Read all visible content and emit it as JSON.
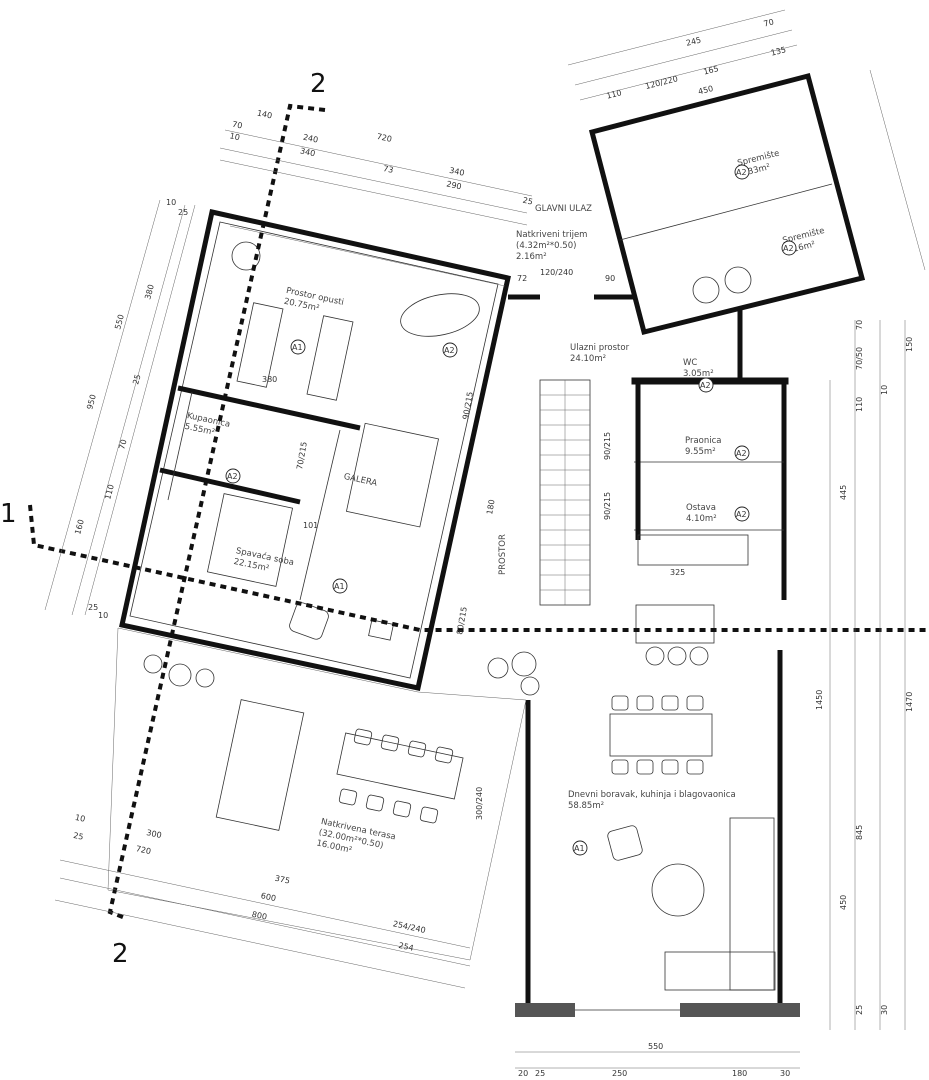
{
  "section_markers": {
    "s1_label": "1",
    "s2_top_label": "2",
    "s2_bottom_label": "2"
  },
  "rooms": {
    "glavni_ulaz": "GLAVNI ULAZ",
    "natkriveni_trijem": "Natkriveni trijem",
    "natkriveni_trijem_area1": "(4.32m²*0.50)",
    "natkriveni_trijem_area2": "2.16m²",
    "spremiste1": "Spremište",
    "spremiste1_area": "0.33m²",
    "spremiste2": "Spremište",
    "spremiste2_area": "0.16m²",
    "prostor_opusti": "Prostor opusti",
    "prostor_opusti_area": "20.75m²",
    "ulazni_prostor": "Ulazni prostor",
    "ulazni_prostor_area": "24.10m²",
    "wc": "WC",
    "wc_area": "3.05m²",
    "kupaonica": "Kupaonica",
    "kupaonica_area": "5.55m²",
    "garaza": "GALERA",
    "spavaca_soba": "Spavaća soba",
    "spavaca_soba_area": "22.15m²",
    "praonica": "Praonica",
    "praonica_area": "9.55m²",
    "ostava": "Ostava",
    "ostava_area": "4.10m²",
    "dnevni_boravak": "Dnevni boravak, kuhinja i blagovaonica",
    "dnevni_boravak_area": "58.85m²",
    "natkrivena_terasa": "Natkrivena terasa",
    "natkrivena_terasa_area1": "(32.00m²*0.50)",
    "natkrivena_terasa_area2": "16.00m²",
    "stairs_label": "PROSTOR"
  },
  "tags": {
    "a1": "A1",
    "a2": "A2"
  },
  "dims": {
    "top_left_1": "140",
    "top_left_2": "720",
    "top_left_3": "70",
    "top_left_4": "340",
    "top_left_5": "240",
    "top_left_6": "10",
    "top_left_7": "73",
    "top_left_8": "340",
    "top_left_9": "290",
    "top_left_10": "25",
    "top_right_1": "245",
    "top_right_2": "70",
    "top_right_3": "110",
    "top_right_4": "120/220",
    "top_right_5": "165",
    "top_right_6": "450",
    "top_right_7": "135",
    "entry_1": "72",
    "entry_2": "120/240",
    "entry_3": "90",
    "left_v_1": "10",
    "left_v_2": "380",
    "left_v_3": "550",
    "left_v_4": "950",
    "left_v_5": "25",
    "left_v_6": "70",
    "left_v_7": "110",
    "left_v_8": "160",
    "left_v_9": "25",
    "left_v_10": "10",
    "right_v_1": "70",
    "right_v_2": "150",
    "right_v_3": "70/50",
    "right_v_4": "10",
    "right_v_5": "110",
    "right_v_6": "445",
    "right_v_7": "1450",
    "right_v_8": "1470",
    "right_v_9": "845",
    "right_v_10": "450",
    "right_v_11": "25",
    "right_v_12": "30",
    "bottom_1": "550",
    "bottom_2": "20",
    "bottom_3": "250",
    "bottom_4": "180",
    "bottom_5": "30",
    "bottom_6": "25",
    "bl_1": "10",
    "bl_2": "300",
    "bl_3": "25",
    "bl_4": "720",
    "bl_5": "375",
    "bl_6": "600",
    "bl_7": "254/240",
    "bl_8": "800",
    "bl_9": "254",
    "mid_1": "380",
    "mid_2": "325",
    "mid_3": "300/240",
    "mid_4": "180",
    "mid_5": "90/215",
    "door_1": "70/215",
    "door_2": "80/215",
    "door_3": "90/215",
    "door_4": "90/215",
    "door_5": "101"
  }
}
